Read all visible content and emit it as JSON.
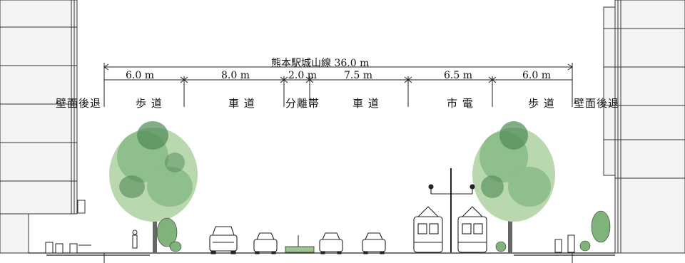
{
  "title": "熊本駅城山線 36.0 m",
  "dimensions": [
    "6.0 m",
    "8.0 m",
    "2.0 m",
    "7.5 m",
    "6.5 m",
    "6.0 m"
  ],
  "labels": {
    "setback_left": "壁面後退",
    "sidewalk_left": "歩 道",
    "carriageway_left": "車 道",
    "median": "分離帯",
    "carriageway_right": "車 道",
    "tram": "市 電",
    "sidewalk_right": "歩 道",
    "setback_right": "壁面後退"
  },
  "colors": {
    "tree_light": "#b9d8b0",
    "tree_mid": "#8fbf8c",
    "tree_dark": "#4f8a55",
    "line": "#222222",
    "building": "#f4f4f4"
  }
}
